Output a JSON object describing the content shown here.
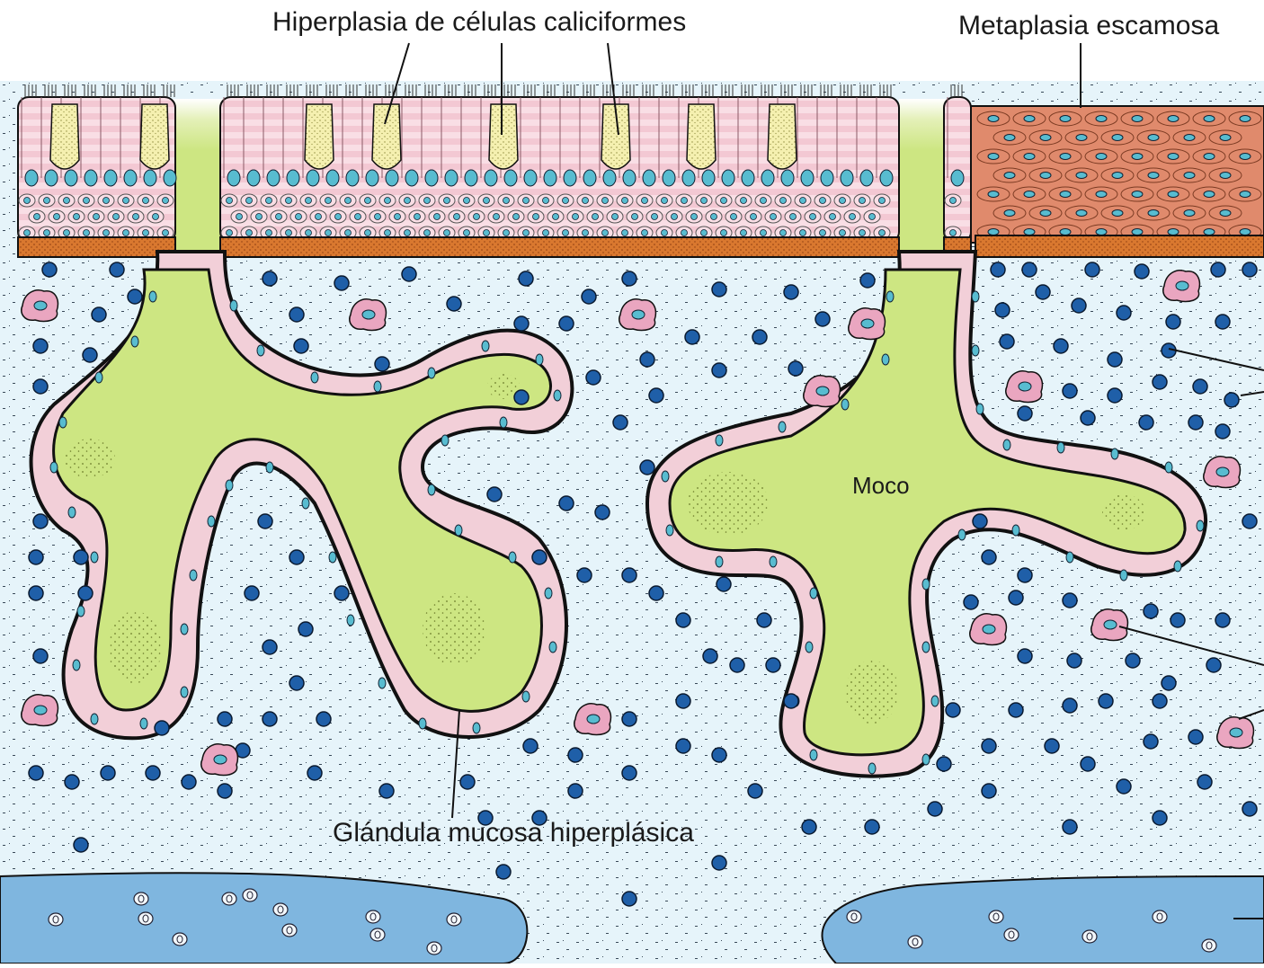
{
  "labels": {
    "goblet_hyperplasia": "Hiperplasia de células caliciformes",
    "squamous_metaplasia": "Metaplasia escamosa",
    "mucus": "Moco",
    "hyperplastic_gland": "Glándula mucosa hiperplásica"
  },
  "colors": {
    "background": "#ffffff",
    "lamina_propria": "#dff0f7",
    "mucus_green": "#cde682",
    "epithelium_pink": "#f5cdd6",
    "goblet_yellow": "#f5f0b0",
    "squamous": "#e08a6c",
    "basement_membrane": "#d2691e",
    "nucleus_teal": "#58bcd0",
    "inflammatory_cell_blue": "#1f5fa8",
    "cartilage_blue": "#7fb6df",
    "outline": "#111111"
  },
  "icons": [
    "cilia-icon",
    "goblet-cell-icon",
    "inflammatory-cell-icon",
    "macrophage-icon",
    "chondrocyte-icon"
  ]
}
